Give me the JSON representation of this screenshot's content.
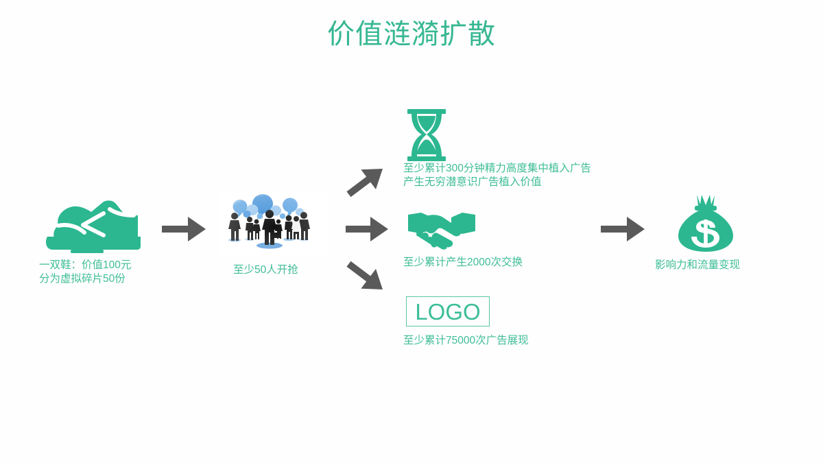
{
  "slide": {
    "title": "价值涟漪扩散",
    "background_color": "#ffffff",
    "accent_color": "#3fbd97",
    "title_color": "#36b792",
    "arrow_color": "#5a5a5a",
    "crowd_bubble_color": "#3f8fd8"
  },
  "flow": {
    "stage_1": {
      "icon": "sneaker-icon",
      "caption_line_1": "一双鞋：价值100元",
      "caption_line_2": "分为虚拟碎片50份"
    },
    "stage_2": {
      "icon": "crowd-people-icon",
      "caption": "至少50人开抢"
    },
    "branch_a": {
      "icon": "hourglass-icon",
      "caption_line_1": "至少累计300分钟精力高度集中植入广告",
      "caption_line_2": "产生无穷潜意识广告植入价值"
    },
    "branch_b": {
      "icon": "handshake-icon",
      "caption": "至少累计产生2000次交换"
    },
    "branch_c": {
      "icon": "logo-box-icon",
      "logo_text": "LOGO",
      "caption": "至少累计75000次广告展现"
    },
    "stage_4": {
      "icon": "money-bag-icon",
      "caption": "影响力和流量变现"
    },
    "arrows": {
      "arrow_1": "arrow-right-icon",
      "arrow_branch_up": "arrow-up-right-icon",
      "arrow_branch_mid": "arrow-right-icon",
      "arrow_branch_down": "arrow-down-right-icon",
      "arrow_final": "arrow-right-icon"
    }
  }
}
